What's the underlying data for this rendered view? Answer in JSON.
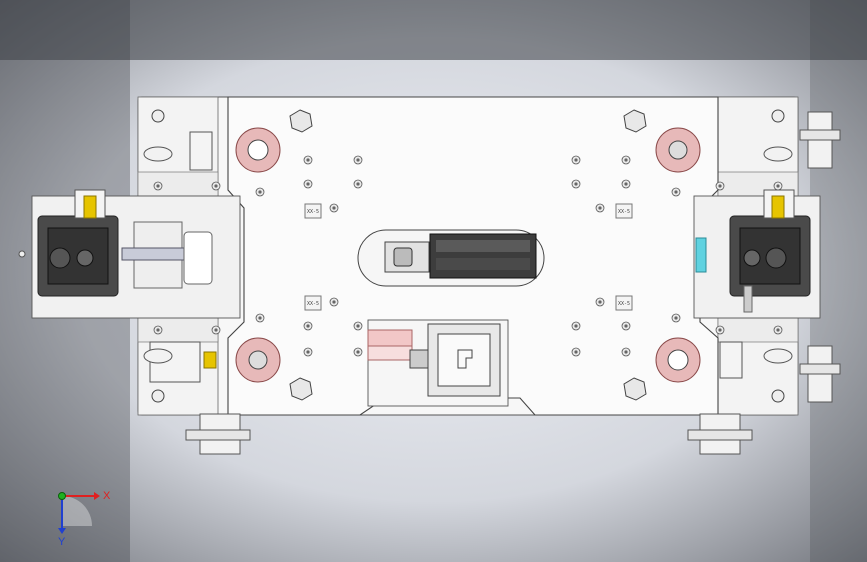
{
  "viewport": {
    "background_center": "#e9ecf2",
    "background_edge": "#7f8289"
  },
  "colors": {
    "plate": "#fafafa",
    "plate_edge": "#5a5a5a",
    "rail": "#f0f0f0",
    "hole_ring": "#e7b9b9",
    "hole_ring_edge": "#b05a5a",
    "accent_yellow": "#e6c400",
    "accent_cyan": "#5fd2e0",
    "pink_block": "#f2c7c7",
    "dark_plate": "#4a4a4a",
    "axis_x": "#e02020",
    "axis_y": "#2040d0",
    "axis_z": "#20b020"
  },
  "plate_labels": {
    "tl": "XX-5",
    "tr": "XX-5",
    "bl": "XX-5",
    "br": "XX-5"
  },
  "triad": {
    "x": "X",
    "y": "Y"
  }
}
